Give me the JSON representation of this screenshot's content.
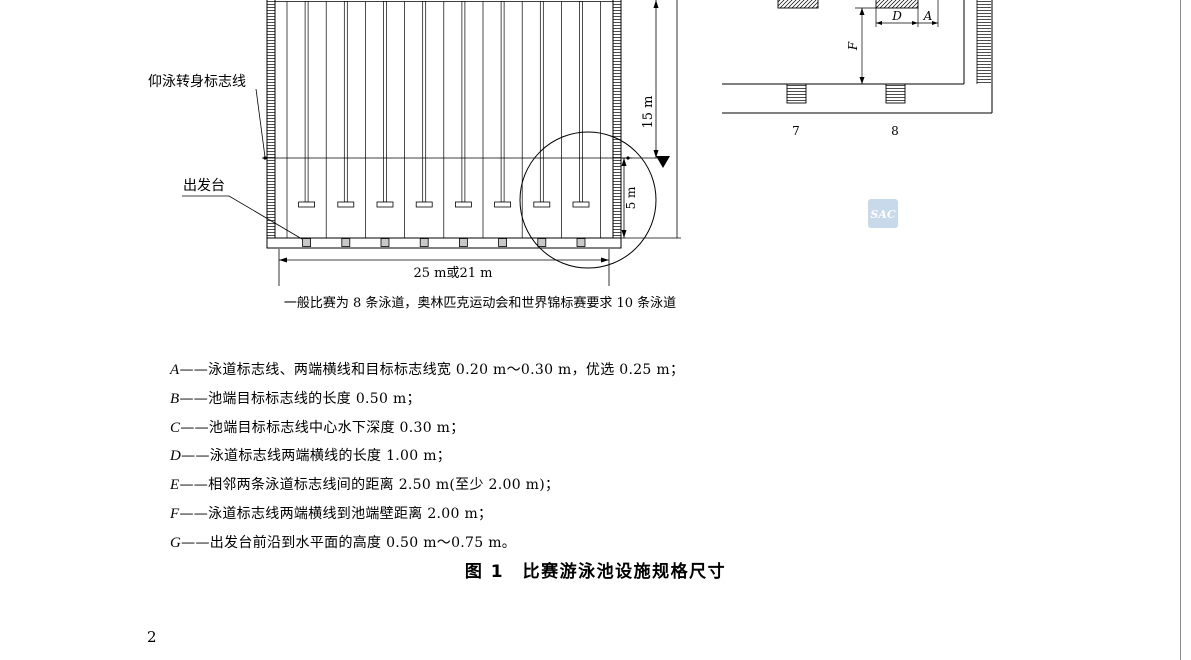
{
  "diagram": {
    "backstroke_label": "仰泳转身标志线",
    "start_block_label": "出发台",
    "dim_15m": "15 m",
    "dim_5m": "5 m",
    "dim_length": "25 m或21 m",
    "lane_note": "一般比赛为 8 条泳道，奥林匹克运动会和世界锦标赛要求 10 条泳道"
  },
  "detail": {
    "dim_d": "D",
    "dim_a": "A",
    "dim_f": "F",
    "block_7": "7",
    "block_8": "8"
  },
  "watermark": "SAC",
  "legend": [
    {
      "key": "A",
      "text": "——泳道标志线、两端横线和目标标志线宽 0.20 m～0.30 m，优选 0.25 m；"
    },
    {
      "key": "B",
      "text": "——池端目标标志线的长度 0.50 m；"
    },
    {
      "key": "C",
      "text": "——池端目标标志线中心水下深度 0.30 m；"
    },
    {
      "key": "D",
      "text": "——泳道标志线两端横线的长度 1.00 m；"
    },
    {
      "key": "E",
      "text": "——相邻两条泳道标志线间的距离 2.50 m(至少 2.00 m)；"
    },
    {
      "key": "F",
      "text": "——泳道标志线两端横线到池端壁距离 2.00 m；"
    },
    {
      "key": "G",
      "text": "——出发台前沿到水平面的高度 0.50 m～0.75 m。"
    }
  ],
  "figure_title": "图 1　比赛游泳池设施规格尺寸",
  "page_number": "2",
  "colors": {
    "ink": "#000000",
    "block_fill": "#c8c8c8",
    "watermark": "#c7d9ea"
  }
}
